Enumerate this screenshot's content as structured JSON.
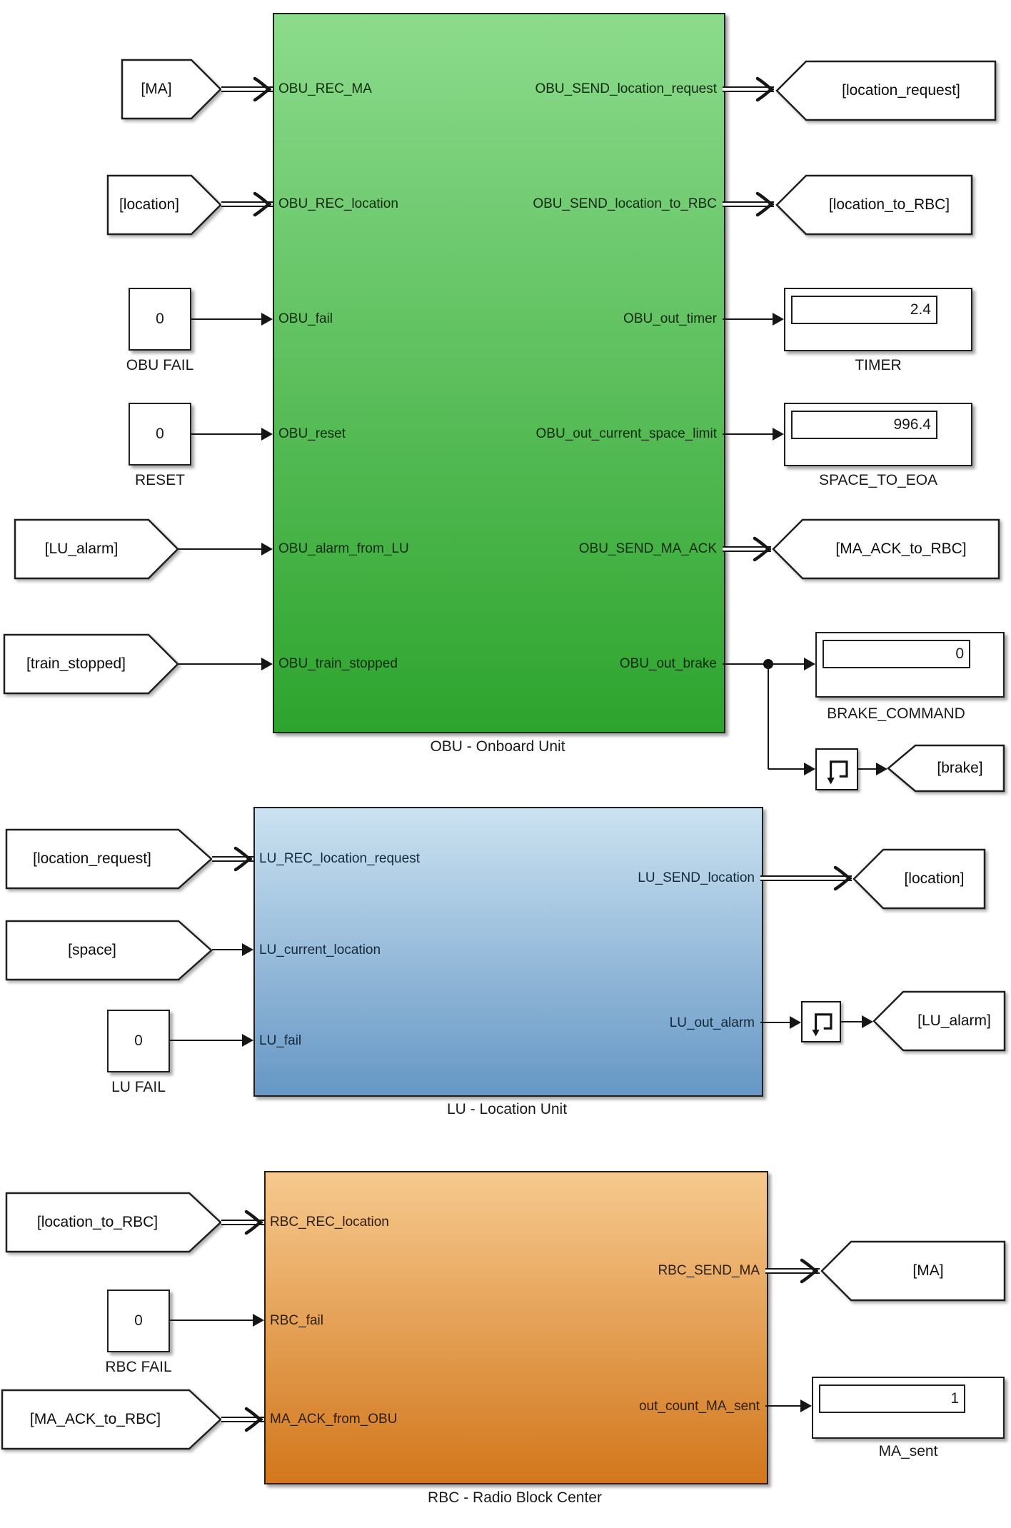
{
  "obu": {
    "label": "OBU - Onboard Unit",
    "inputs": [
      "OBU_REC_MA",
      "OBU_REC_location",
      "OBU_fail",
      "OBU_reset",
      "OBU_alarm_from_LU",
      "OBU_train_stopped"
    ],
    "outputs": [
      "OBU_SEND_location_request",
      "OBU_SEND_location_to_RBC",
      "OBU_out_timer",
      "OBU_out_current_space_limit",
      "OBU_SEND_MA_ACK",
      "OBU_out_brake"
    ]
  },
  "lu": {
    "label": "LU - Location Unit",
    "inputs": [
      "LU_REC_location_request",
      "LU_current_location",
      "LU_fail"
    ],
    "outputs": [
      "LU_SEND_location",
      "LU_out_alarm"
    ]
  },
  "rbc": {
    "label": "RBC - Radio Block Center",
    "inputs": [
      "RBC_REC_location",
      "RBC_fail",
      "MA_ACK_from_OBU"
    ],
    "outputs": [
      "RBC_SEND_MA",
      "out_count_MA_sent"
    ]
  },
  "tags": {
    "ma": "[MA]",
    "location": "[location]",
    "location_request": "[location_request]",
    "location_to_rbc": "[location_to_RBC]",
    "ma_ack_to_rbc": "[MA_ACK_to_RBC]",
    "lu_alarm": "[LU_alarm]",
    "train_stopped": "[train_stopped]",
    "space": "[space]",
    "brake": "[brake]"
  },
  "constants": {
    "obu_fail": {
      "value": "0",
      "label": "OBU FAIL"
    },
    "reset": {
      "value": "0",
      "label": "RESET"
    },
    "lu_fail": {
      "value": "0",
      "label": "LU FAIL"
    },
    "rbc_fail": {
      "value": "0",
      "label": "RBC FAIL"
    }
  },
  "displays": {
    "timer": {
      "value": "2.4",
      "label": "TIMER"
    },
    "space_to_eoa": {
      "value": "996.4",
      "label": "SPACE_TO_EOA"
    },
    "brake_command": {
      "value": "0",
      "label": "BRAKE_COMMAND"
    },
    "ma_sent": {
      "value": "1",
      "label": "MA_sent"
    }
  },
  "colors": {
    "obu_top": "#8CDB8C",
    "obu_bottom": "#2DA42D",
    "lu_top": "#CBE2F1",
    "lu_bottom": "#6697C5",
    "rbc_top": "#F6C98E",
    "rbc_bottom": "#D2771C",
    "line": "#161616"
  }
}
